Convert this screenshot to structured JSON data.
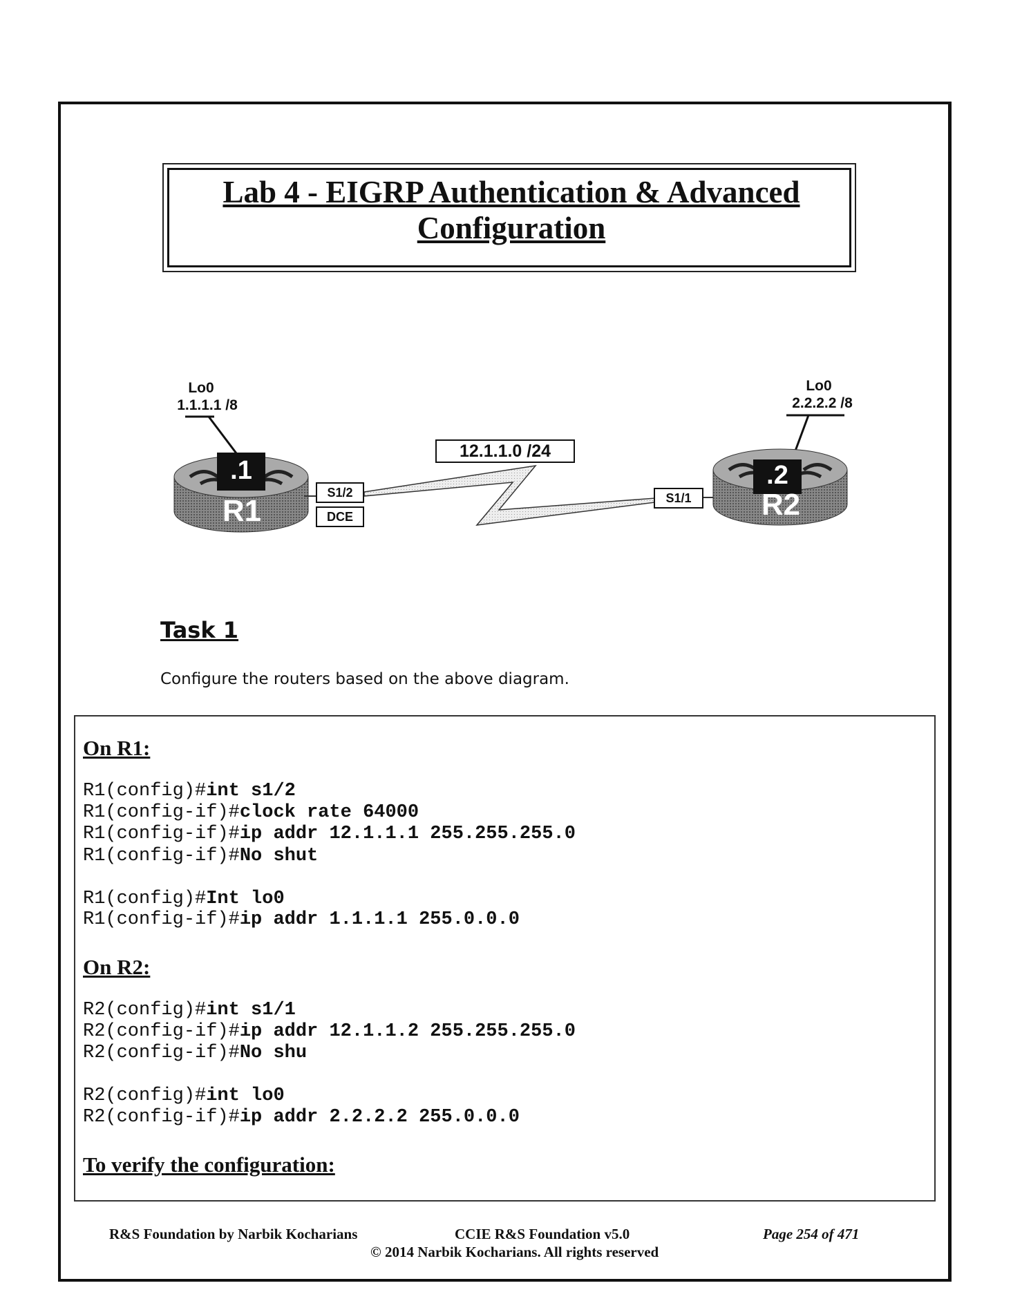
{
  "title": {
    "line1": "Lab 4 - EIGRP Authentication & Advanced",
    "line2": "Configuration"
  },
  "diagram": {
    "r1": {
      "name": "R1",
      "host": ".1",
      "loopback_label": "Lo0",
      "loopback_ip": "1.1.1.1 /8",
      "interface": "S1/2",
      "dce": "DCE"
    },
    "r2": {
      "name": "R2",
      "host": ".2",
      "loopback_label": "Lo0",
      "loopback_ip": "2.2.2.2 /8",
      "interface": "S1/1"
    },
    "link": "12.1.1.0 /24"
  },
  "task": {
    "heading": "Task 1",
    "description": "Configure the routers based on the above diagram."
  },
  "code": {
    "r1_heading": "On R1:",
    "r1_lines": [
      {
        "prompt": "R1(config)#",
        "cmd": "int s1/2"
      },
      {
        "prompt": "R1(config-if)#",
        "cmd": "clock rate 64000"
      },
      {
        "prompt": "R1(config-if)#",
        "cmd": "ip addr 12.1.1.1 255.255.255.0"
      },
      {
        "prompt": "R1(config-if)#",
        "cmd": "No shut"
      },
      {
        "prompt": "R1(config)#",
        "cmd": "Int lo0"
      },
      {
        "prompt": "R1(config-if)#",
        "cmd": "ip addr 1.1.1.1 255.0.0.0"
      }
    ],
    "r2_heading": "On R2:",
    "r2_lines": [
      {
        "prompt": "R2(config)#",
        "cmd": "int s1/1"
      },
      {
        "prompt": "R2(config-if)#",
        "cmd": "ip addr 12.1.1.2 255.255.255.0"
      },
      {
        "prompt": "R2(config-if)#",
        "cmd": "No shu"
      },
      {
        "prompt": "R2(config)#",
        "cmd": "int lo0"
      },
      {
        "prompt": "R2(config-if)#",
        "cmd": "ip addr 2.2.2.2 255.0.0.0"
      }
    ],
    "verify_heading": "To verify the configuration:"
  },
  "footer": {
    "left": "R&S Foundation by Narbik Kocharians",
    "center": "CCIE R&S Foundation v5.0",
    "right": "Page 254 of 471",
    "copyright": "© 2014 Narbik Kocharians. All rights reserved"
  }
}
